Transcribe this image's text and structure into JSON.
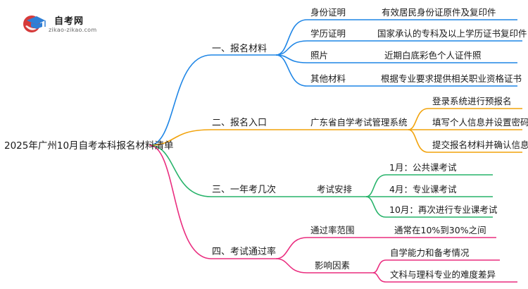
{
  "logo": {
    "title": "自考网",
    "url": "zikao-zikao.com"
  },
  "root": "2025年广州10月自考本科报名材料清单",
  "colors": {
    "blue": "#1f86e6",
    "orange": "#f2a30c",
    "green": "#27b36a",
    "pink": "#ea2d7f",
    "logo_red": "#d63a3a",
    "logo_blue": "#2f7fd6"
  },
  "branches": [
    {
      "label": "一、报名材料",
      "children": [
        {
          "label": "身份证明",
          "leaf": "有效居民身份证原件及复印件"
        },
        {
          "label": "学历证明",
          "leaf": "国家承认的专科及以上学历证书复印件"
        },
        {
          "label": "照片",
          "leaf": "近期白底彩色个人证件照"
        },
        {
          "label": "其他材料",
          "leaf": "根据专业要求提供相关职业资格证书"
        }
      ]
    },
    {
      "label": "二、报名入口",
      "mid": "广东省自学考试管理系统",
      "leaves": [
        "登录系统进行预报名",
        "填写个人信息并设置密码",
        "提交报名材料并确认信息"
      ]
    },
    {
      "label": "三、一年考几次",
      "mid": "考试安排",
      "leaves": [
        "1月：公共课考试",
        "4月：专业课考试",
        "10月：再次进行专业课考试"
      ]
    },
    {
      "label": "四、考试通过率",
      "children": [
        {
          "label": "通过率范围",
          "leaves": [
            "通常在10%到30%之间"
          ]
        },
        {
          "label": "影响因素",
          "leaves": [
            "自学能力和备考情况",
            "文科与理科专业的难度差异"
          ]
        }
      ]
    }
  ]
}
